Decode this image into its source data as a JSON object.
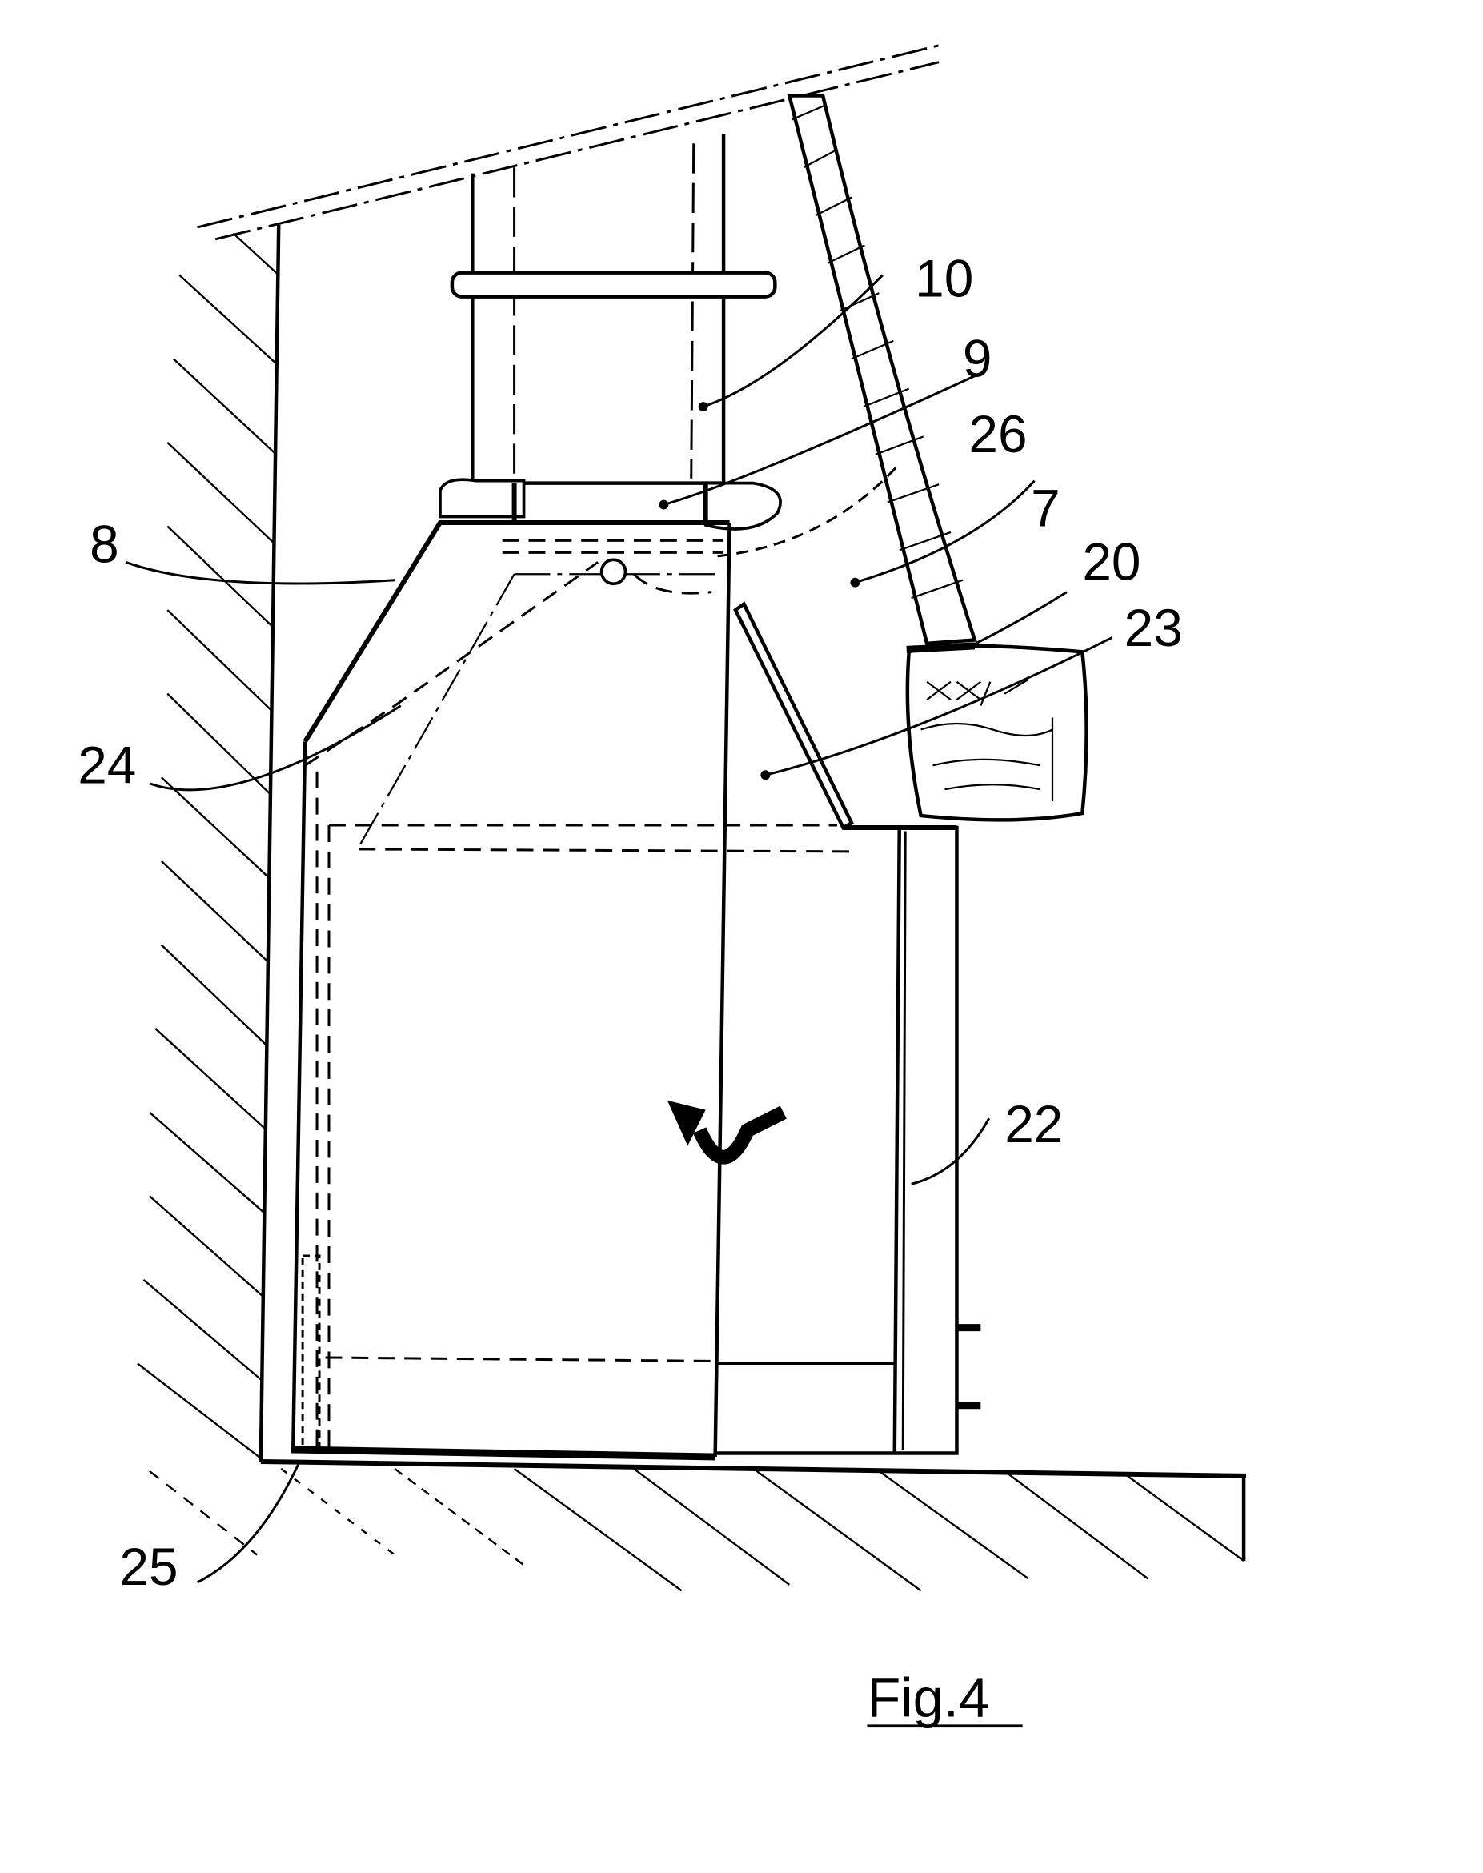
{
  "figure": {
    "caption": "Fig.4",
    "labels": {
      "l10": "10",
      "l9": "9",
      "l26": "26",
      "l7": "7",
      "l20": "20",
      "l23": "23",
      "l8": "8",
      "l24": "24",
      "l22": "22",
      "l25": "25"
    },
    "colors": {
      "ink": "#000000",
      "paper": "#ffffff"
    }
  }
}
